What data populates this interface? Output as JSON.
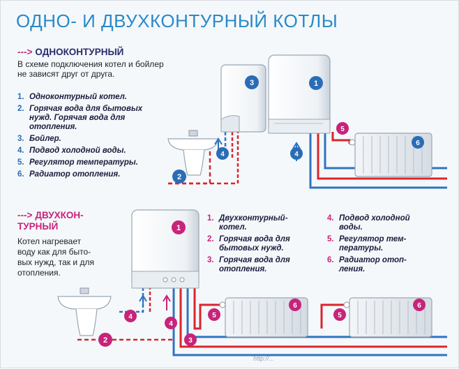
{
  "title": "ОДНО- И ДВУХКОНТУРНЫЙ КОТЛЫ",
  "single": {
    "arrow": "--->",
    "heading": "ОДНОКОНТУРНЫЙ",
    "desc_line1": "В схеме подключения котел и бойлер",
    "desc_line2": "не зависят друг от друга.",
    "items": [
      {
        "num": "1.",
        "line1": "Одноконтурный котел.",
        "line2": ""
      },
      {
        "num": "2.",
        "line1": "Горячая вода для бытовых",
        "line2": "нужд. Горячая вода для",
        "line3": "отопления."
      },
      {
        "num": "3.",
        "line1": "Бойлер."
      },
      {
        "num": "4.",
        "line1": "Подвод холодной воды."
      },
      {
        "num": "5.",
        "line1": "Регулятор температуры."
      },
      {
        "num": "6.",
        "line1": "Радиатор отопления."
      }
    ]
  },
  "double": {
    "arrow": "--->",
    "heading_line1": "ДВУХКОН-",
    "heading_line2": "ТУРНЫЙ",
    "desc": [
      "Котел нагревает",
      "воду как для быто-",
      "вых нужд, так и для",
      "отопления."
    ],
    "col1": [
      {
        "num": "1.",
        "lines": [
          "Двухконтурный-",
          "котел."
        ]
      },
      {
        "num": "2.",
        "lines": [
          "Горячая вода для",
          "бытовых нужд."
        ]
      },
      {
        "num": "3.",
        "lines": [
          "Горячая вода для",
          "отопления."
        ]
      }
    ],
    "col2": [
      {
        "num": "4.",
        "lines": [
          "Подвод холодной",
          "воды."
        ]
      },
      {
        "num": "5.",
        "lines": [
          "Регулятор тем-",
          "пературы."
        ]
      },
      {
        "num": "6.",
        "lines": [
          "Радиатор отоп-",
          "ления."
        ]
      }
    ]
  },
  "badges": {
    "b1": "1",
    "b2": "2",
    "b3": "3",
    "b4": "4",
    "b5": "5",
    "b6": "6"
  },
  "watermark": "http://...",
  "colors": {
    "title": "#2a89c8",
    "pink": "#c8237a",
    "badge_blue": "#2a6db5",
    "hot_pipe": "#d9262c",
    "cold_pipe": "#2f74c0"
  }
}
